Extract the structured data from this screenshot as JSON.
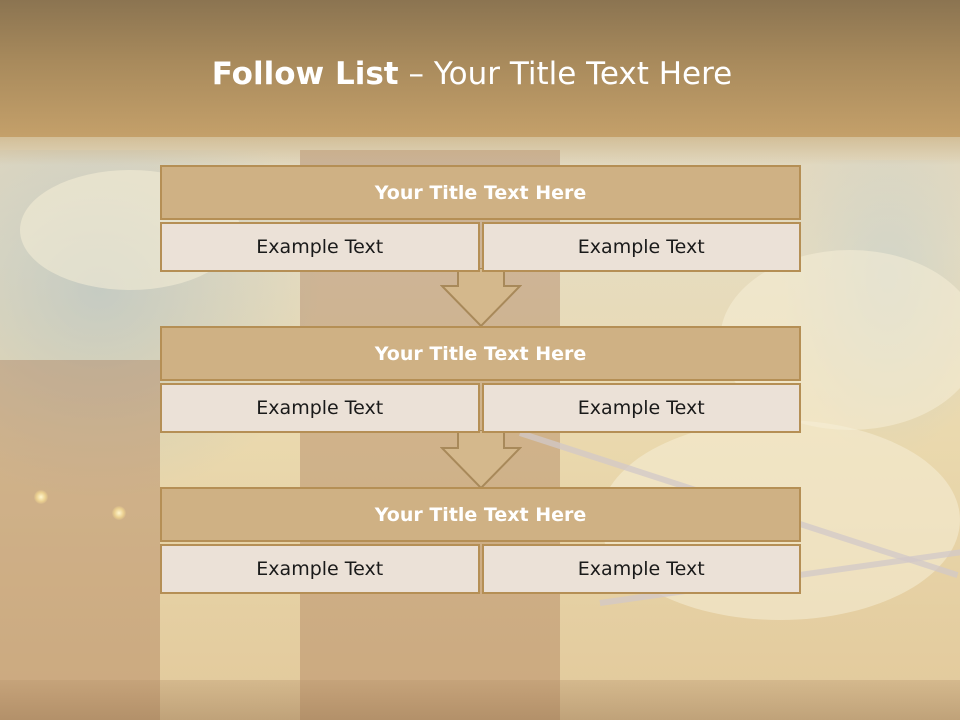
{
  "title": {
    "bold": "Follow List",
    "rest": "– Your Title Text Here"
  },
  "blocks": [
    {
      "title": "Your Title Text Here",
      "cells": [
        "Example Text",
        "Example Text"
      ]
    },
    {
      "title": "Your Title Text Here",
      "cells": [
        "Example Text",
        "Example Text"
      ]
    },
    {
      "title": "Your Title Text Here",
      "cells": [
        "Example Text",
        "Example Text"
      ]
    }
  ],
  "colors": {
    "header": "#a88a5c",
    "block_title_fill": "#cfb184",
    "block_border": "#b58f55",
    "cell_fill": "#ebe1d7",
    "arrow_fill": "#d4b88c"
  }
}
